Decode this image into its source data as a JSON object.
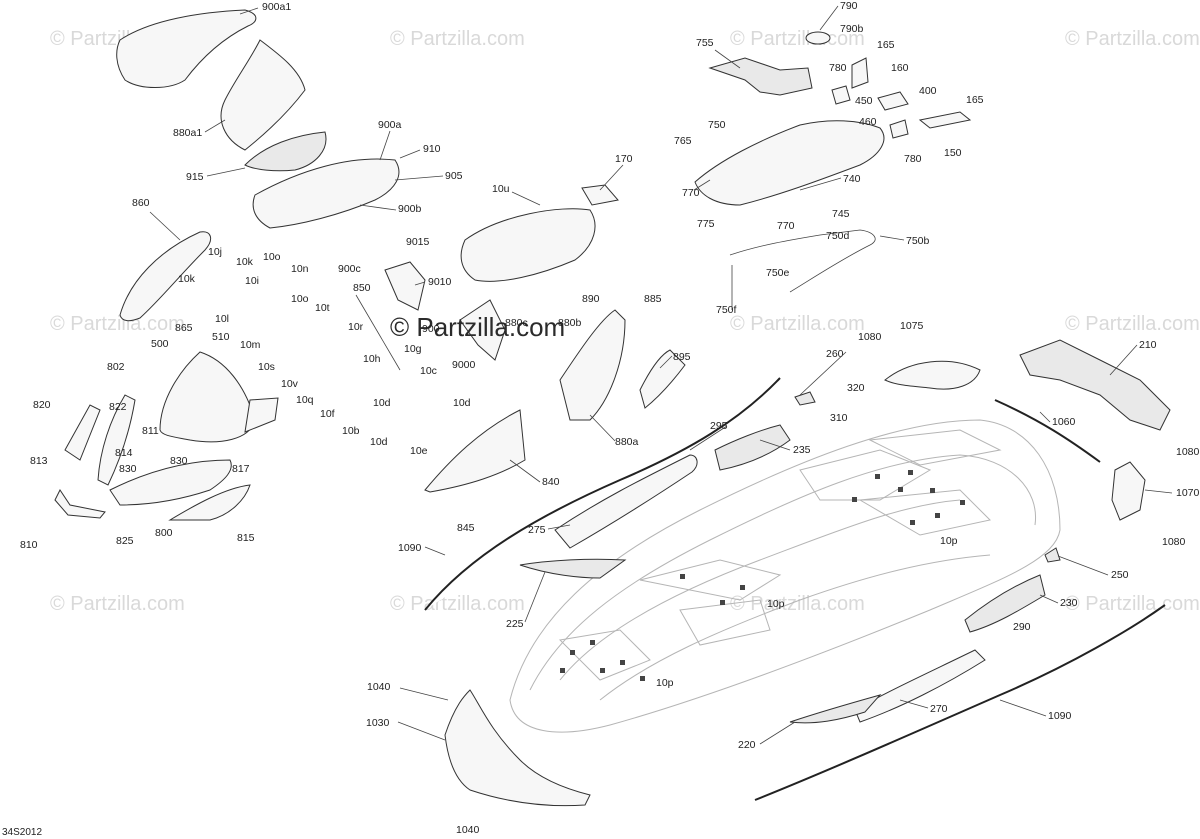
{
  "watermark": "© Partzilla.com",
  "center_watermark": "© Partzilla.com",
  "diagram_code": "34S2012",
  "callouts": [
    "900a1",
    "880a1",
    "915",
    "900a",
    "910",
    "905",
    "900b",
    "900c",
    "860",
    "10j",
    "10k",
    "10i",
    "10k",
    "10l",
    "10o",
    "10n",
    "10o",
    "10m",
    "865",
    "850",
    "10t",
    "10r",
    "10s",
    "10v",
    "10h",
    "10g",
    "10q",
    "10f",
    "10c",
    "10d",
    "10d",
    "10b",
    "10d",
    "10e",
    "500",
    "510",
    "802",
    "820",
    "822",
    "811",
    "814",
    "830",
    "813",
    "830",
    "817",
    "800",
    "825",
    "810",
    "815",
    "9015",
    "9010",
    "900",
    "9000",
    "880c",
    "880b",
    "890",
    "885",
    "895",
    "880a",
    "10u",
    "170",
    "755",
    "790",
    "790b",
    "165",
    "780",
    "160",
    "400",
    "450",
    "165",
    "460",
    "750",
    "765",
    "780",
    "150",
    "770",
    "740",
    "775",
    "770",
    "745",
    "750d",
    "750b",
    "750e",
    "750f",
    "260",
    "1080",
    "1075",
    "210",
    "320",
    "310",
    "1060",
    "1080",
    "1070",
    "1080",
    "295",
    "235",
    "840",
    "845",
    "275",
    "1090",
    "10p",
    "250",
    "225",
    "10p",
    "230",
    "290",
    "10p",
    "270",
    "1090",
    "1040",
    "1030",
    "220",
    "1040"
  ]
}
